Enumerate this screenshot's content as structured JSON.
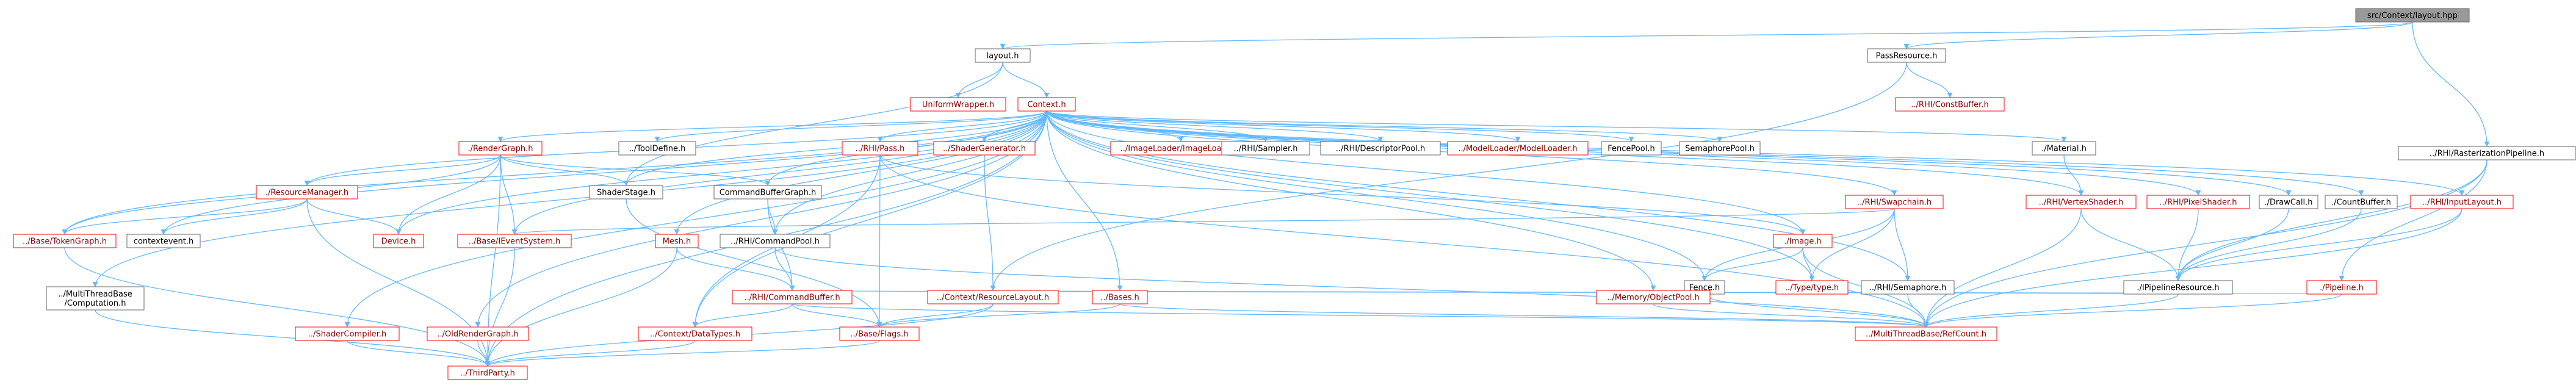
{
  "graph": {
    "nodes": [
      {
        "id": "root",
        "label": "src/Context/layout.hpp",
        "style": "root"
      },
      {
        "id": "layout_h",
        "label": "layout.h",
        "style": "normal"
      },
      {
        "id": "passresource_h",
        "label": "PassResource.h",
        "style": "normal"
      },
      {
        "id": "uniformwrapper_h",
        "label": "UniformWrapper.h",
        "style": "red"
      },
      {
        "id": "context_h",
        "label": "Context.h",
        "style": "red"
      },
      {
        "id": "constbuffer_h",
        "label": "../RHI/ConstBuffer.h",
        "style": "red"
      },
      {
        "id": "rendergraph_h",
        "label": "./RenderGraph.h",
        "style": "red"
      },
      {
        "id": "tooldefine_h",
        "label": "../ToolDefine.h",
        "style": "normal"
      },
      {
        "id": "rhipass_h",
        "label": "../RHI/Pass.h",
        "style": "red"
      },
      {
        "id": "shadergenerator_h",
        "label": "../ShaderGenerator.h",
        "style": "red"
      },
      {
        "id": "imageloader_h",
        "label": "../ImageLoader/ImageLoader.h",
        "style": "red"
      },
      {
        "id": "sampler_h",
        "label": "../RHI/Sampler.h",
        "style": "normal"
      },
      {
        "id": "descriptorpool_h",
        "label": "../RHI/DescriptorPool.h",
        "style": "normal"
      },
      {
        "id": "modelloader_h",
        "label": "../ModelLoader/ModelLoader.h",
        "style": "red"
      },
      {
        "id": "fencepool_h",
        "label": "FencePool.h",
        "style": "normal"
      },
      {
        "id": "semaphorepool_h",
        "label": "SemaphorePool.h",
        "style": "normal"
      },
      {
        "id": "material_h",
        "label": "./Material.h",
        "style": "normal"
      },
      {
        "id": "resourcemanager_h",
        "label": "./ResourceManager.h",
        "style": "red"
      },
      {
        "id": "shaderstage_h",
        "label": "ShaderStage.h",
        "style": "normal"
      },
      {
        "id": "commandbuffergraph_h",
        "label": "CommandBufferGraph.h",
        "style": "normal"
      },
      {
        "id": "mesh_h",
        "label": "Mesh.h",
        "style": "red"
      },
      {
        "id": "image_h",
        "label": "./Image.h",
        "style": "red"
      },
      {
        "id": "swapchain_h",
        "label": "../RHI/Swapchain.h",
        "style": "red"
      },
      {
        "id": "vertexshader_h",
        "label": "../RHI/VertexShader.h",
        "style": "red"
      },
      {
        "id": "pixelshader_h",
        "label": "../RHI/PixelShader.h",
        "style": "red"
      },
      {
        "id": "drawcall_h",
        "label": "./DrawCall.h",
        "style": "normal"
      },
      {
        "id": "countbuffer_h",
        "label": "./CountBuffer.h",
        "style": "normal"
      },
      {
        "id": "inputlayout_h",
        "label": "../RHI/InputLayout.h",
        "style": "red"
      },
      {
        "id": "rasterization_h",
        "label": "../RHI/RasterizationPipeline.h",
        "style": "normal"
      },
      {
        "id": "tokengraph_h",
        "label": "../Base/TokenGraph.h",
        "style": "red"
      },
      {
        "id": "contextevent_h",
        "label": "contextevent.h",
        "style": "normal"
      },
      {
        "id": "device_h",
        "label": "Device.h",
        "style": "red"
      },
      {
        "id": "ieventsystem_h",
        "label": "../Base/IEventSystem.h",
        "style": "red"
      },
      {
        "id": "commandpool_h",
        "label": "../RHI/CommandPool.h",
        "style": "normal"
      },
      {
        "id": "typetype_h",
        "label": "../Type/type.h",
        "style": "red"
      },
      {
        "id": "fence_h",
        "label": "Fence.h",
        "style": "normal"
      },
      {
        "id": "rhisemaphore_h",
        "label": "../RHI/Semaphore.h",
        "style": "normal"
      },
      {
        "id": "ipipelineresource_h",
        "label": "./IPipelineResource.h",
        "style": "normal"
      },
      {
        "id": "pipeline_h",
        "label": "./Pipeline.h",
        "style": "red"
      },
      {
        "id": "multithread_comp_h",
        "label": "../MultiThreadBase\n/Computation.h",
        "style": "normal"
      },
      {
        "id": "commandbuffer_h",
        "label": "../RHI/CommandBuffer.h",
        "style": "red"
      },
      {
        "id": "contextresourcelayout_h",
        "label": "../Context/ResourceLayout.h",
        "style": "red"
      },
      {
        "id": "bases_h",
        "label": "../Bases.h",
        "style": "red"
      },
      {
        "id": "objectpool_h",
        "label": "../Memory/ObjectPool.h",
        "style": "red"
      },
      {
        "id": "shadercompiler_h",
        "label": "../ShaderCompiler.h",
        "style": "red"
      },
      {
        "id": "oldrendergraph_h",
        "label": "../OldRenderGraph.h",
        "style": "red"
      },
      {
        "id": "datatypes_h",
        "label": "../Context/DataTypes.h",
        "style": "red"
      },
      {
        "id": "flags_h",
        "label": "../Base/Flags.h",
        "style": "red"
      },
      {
        "id": "refcount_h",
        "label": "../MultiThreadBase/RefCount.h",
        "style": "red"
      },
      {
        "id": "thirdparty_h",
        "label": "../ThirdParty.h",
        "style": "red"
      }
    ],
    "edges": [
      [
        "root",
        "layout_h"
      ],
      [
        "root",
        "passresource_h"
      ],
      [
        "root",
        "rasterization_h"
      ],
      [
        "layout_h",
        "uniformwrapper_h"
      ],
      [
        "layout_h",
        "context_h"
      ],
      [
        "layout_h",
        "shaderstage_h"
      ],
      [
        "passresource_h",
        "constbuffer_h"
      ],
      [
        "passresource_h",
        "contextresourcelayout_h"
      ],
      [
        "context_h",
        "rendergraph_h"
      ],
      [
        "context_h",
        "tooldefine_h"
      ],
      [
        "context_h",
        "rhipass_h"
      ],
      [
        "context_h",
        "shadergenerator_h"
      ],
      [
        "context_h",
        "imageloader_h"
      ],
      [
        "context_h",
        "sampler_h"
      ],
      [
        "context_h",
        "descriptorpool_h"
      ],
      [
        "context_h",
        "modelloader_h"
      ],
      [
        "context_h",
        "fencepool_h"
      ],
      [
        "context_h",
        "semaphorepool_h"
      ],
      [
        "context_h",
        "material_h"
      ],
      [
        "context_h",
        "resourcemanager_h"
      ],
      [
        "context_h",
        "shaderstage_h"
      ],
      [
        "context_h",
        "commandbuffergraph_h"
      ],
      [
        "context_h",
        "mesh_h"
      ],
      [
        "context_h",
        "image_h"
      ],
      [
        "context_h",
        "swapchain_h"
      ],
      [
        "context_h",
        "vertexshader_h"
      ],
      [
        "context_h",
        "pixelshader_h"
      ],
      [
        "context_h",
        "drawcall_h"
      ],
      [
        "context_h",
        "countbuffer_h"
      ],
      [
        "context_h",
        "inputlayout_h"
      ],
      [
        "context_h",
        "tokengraph_h"
      ],
      [
        "context_h",
        "contextevent_h"
      ],
      [
        "context_h",
        "device_h"
      ],
      [
        "context_h",
        "ieventsystem_h"
      ],
      [
        "context_h",
        "commandpool_h"
      ],
      [
        "context_h",
        "typetype_h"
      ],
      [
        "context_h",
        "fence_h"
      ],
      [
        "context_h",
        "rhisemaphore_h"
      ],
      [
        "context_h",
        "multithread_comp_h"
      ],
      [
        "context_h",
        "bases_h"
      ],
      [
        "context_h",
        "objectpool_h"
      ],
      [
        "context_h",
        "shadercompiler_h"
      ],
      [
        "context_h",
        "oldrendergraph_h"
      ],
      [
        "context_h",
        "datatypes_h"
      ],
      [
        "context_h",
        "thirdparty_h"
      ],
      [
        "rendergraph_h",
        "resourcemanager_h"
      ],
      [
        "rendergraph_h",
        "shaderstage_h"
      ],
      [
        "rendergraph_h",
        "commandbuffergraph_h"
      ],
      [
        "rendergraph_h",
        "tokengraph_h"
      ],
      [
        "rendergraph_h",
        "device_h"
      ],
      [
        "rendergraph_h",
        "ieventsystem_h"
      ],
      [
        "rendergraph_h",
        "thirdparty_h"
      ],
      [
        "rhipass_h",
        "image_h"
      ],
      [
        "rhipass_h",
        "flags_h"
      ],
      [
        "rhipass_h",
        "datatypes_h"
      ],
      [
        "rhipass_h",
        "refcount_h"
      ],
      [
        "shadergenerator_h",
        "contextresourcelayout_h"
      ],
      [
        "resourcemanager_h",
        "tokengraph_h"
      ],
      [
        "resourcemanager_h",
        "contextevent_h"
      ],
      [
        "resourcemanager_h",
        "device_h"
      ],
      [
        "resourcemanager_h",
        "thirdparty_h"
      ],
      [
        "shaderstage_h",
        "flags_h"
      ],
      [
        "commandbuffergraph_h",
        "commandpool_h"
      ],
      [
        "commandbuffergraph_h",
        "commandbuffer_h"
      ],
      [
        "mesh_h",
        "commandbuffer_h"
      ],
      [
        "mesh_h",
        "thirdparty_h"
      ],
      [
        "image_h",
        "typetype_h"
      ],
      [
        "image_h",
        "fence_h"
      ],
      [
        "image_h",
        "refcount_h"
      ],
      [
        "swapchain_h",
        "ieventsystem_h"
      ],
      [
        "swapchain_h",
        "typetype_h"
      ],
      [
        "swapchain_h",
        "fence_h"
      ],
      [
        "swapchain_h",
        "rhisemaphore_h"
      ],
      [
        "material_h",
        "vertexshader_h"
      ],
      [
        "vertexshader_h",
        "ipipelineresource_h"
      ],
      [
        "vertexshader_h",
        "refcount_h"
      ],
      [
        "pixelshader_h",
        "ipipelineresource_h"
      ],
      [
        "drawcall_h",
        "ipipelineresource_h"
      ],
      [
        "countbuffer_h",
        "ipipelineresource_h"
      ],
      [
        "inputlayout_h",
        "ipipelineresource_h"
      ],
      [
        "inputlayout_h",
        "refcount_h"
      ],
      [
        "rasterization_h",
        "ipipelineresource_h"
      ],
      [
        "rasterization_h",
        "pipeline_h"
      ],
      [
        "rasterization_h",
        "refcount_h"
      ],
      [
        "tokengraph_h",
        "thirdparty_h"
      ],
      [
        "ieventsystem_h",
        "thirdparty_h"
      ],
      [
        "commandpool_h",
        "commandbuffer_h"
      ],
      [
        "commandpool_h",
        "refcount_h"
      ],
      [
        "fence_h",
        "refcount_h"
      ],
      [
        "rhisemaphore_h",
        "refcount_h"
      ],
      [
        "ipipelineresource_h",
        "refcount_h"
      ],
      [
        "ipipelineresource_h",
        "commandbuffer_h"
      ],
      [
        "pipeline_h",
        "contextresourcelayout_h"
      ],
      [
        "pipeline_h",
        "refcount_h"
      ],
      [
        "multithread_comp_h",
        "thirdparty_h"
      ],
      [
        "commandbuffer_h",
        "datatypes_h"
      ],
      [
        "commandbuffer_h",
        "flags_h"
      ],
      [
        "commandbuffer_h",
        "refcount_h"
      ],
      [
        "contextresourcelayout_h",
        "flags_h"
      ],
      [
        "contextresourcelayout_h",
        "thirdparty_h"
      ],
      [
        "bases_h",
        "flags_h"
      ],
      [
        "bases_h",
        "refcount_h"
      ],
      [
        "objectpool_h",
        "refcount_h"
      ],
      [
        "shadercompiler_h",
        "thirdparty_h"
      ],
      [
        "oldrendergraph_h",
        "thirdparty_h"
      ],
      [
        "datatypes_h",
        "thirdparty_h"
      ],
      [
        "flags_h",
        "thirdparty_h"
      ]
    ]
  }
}
